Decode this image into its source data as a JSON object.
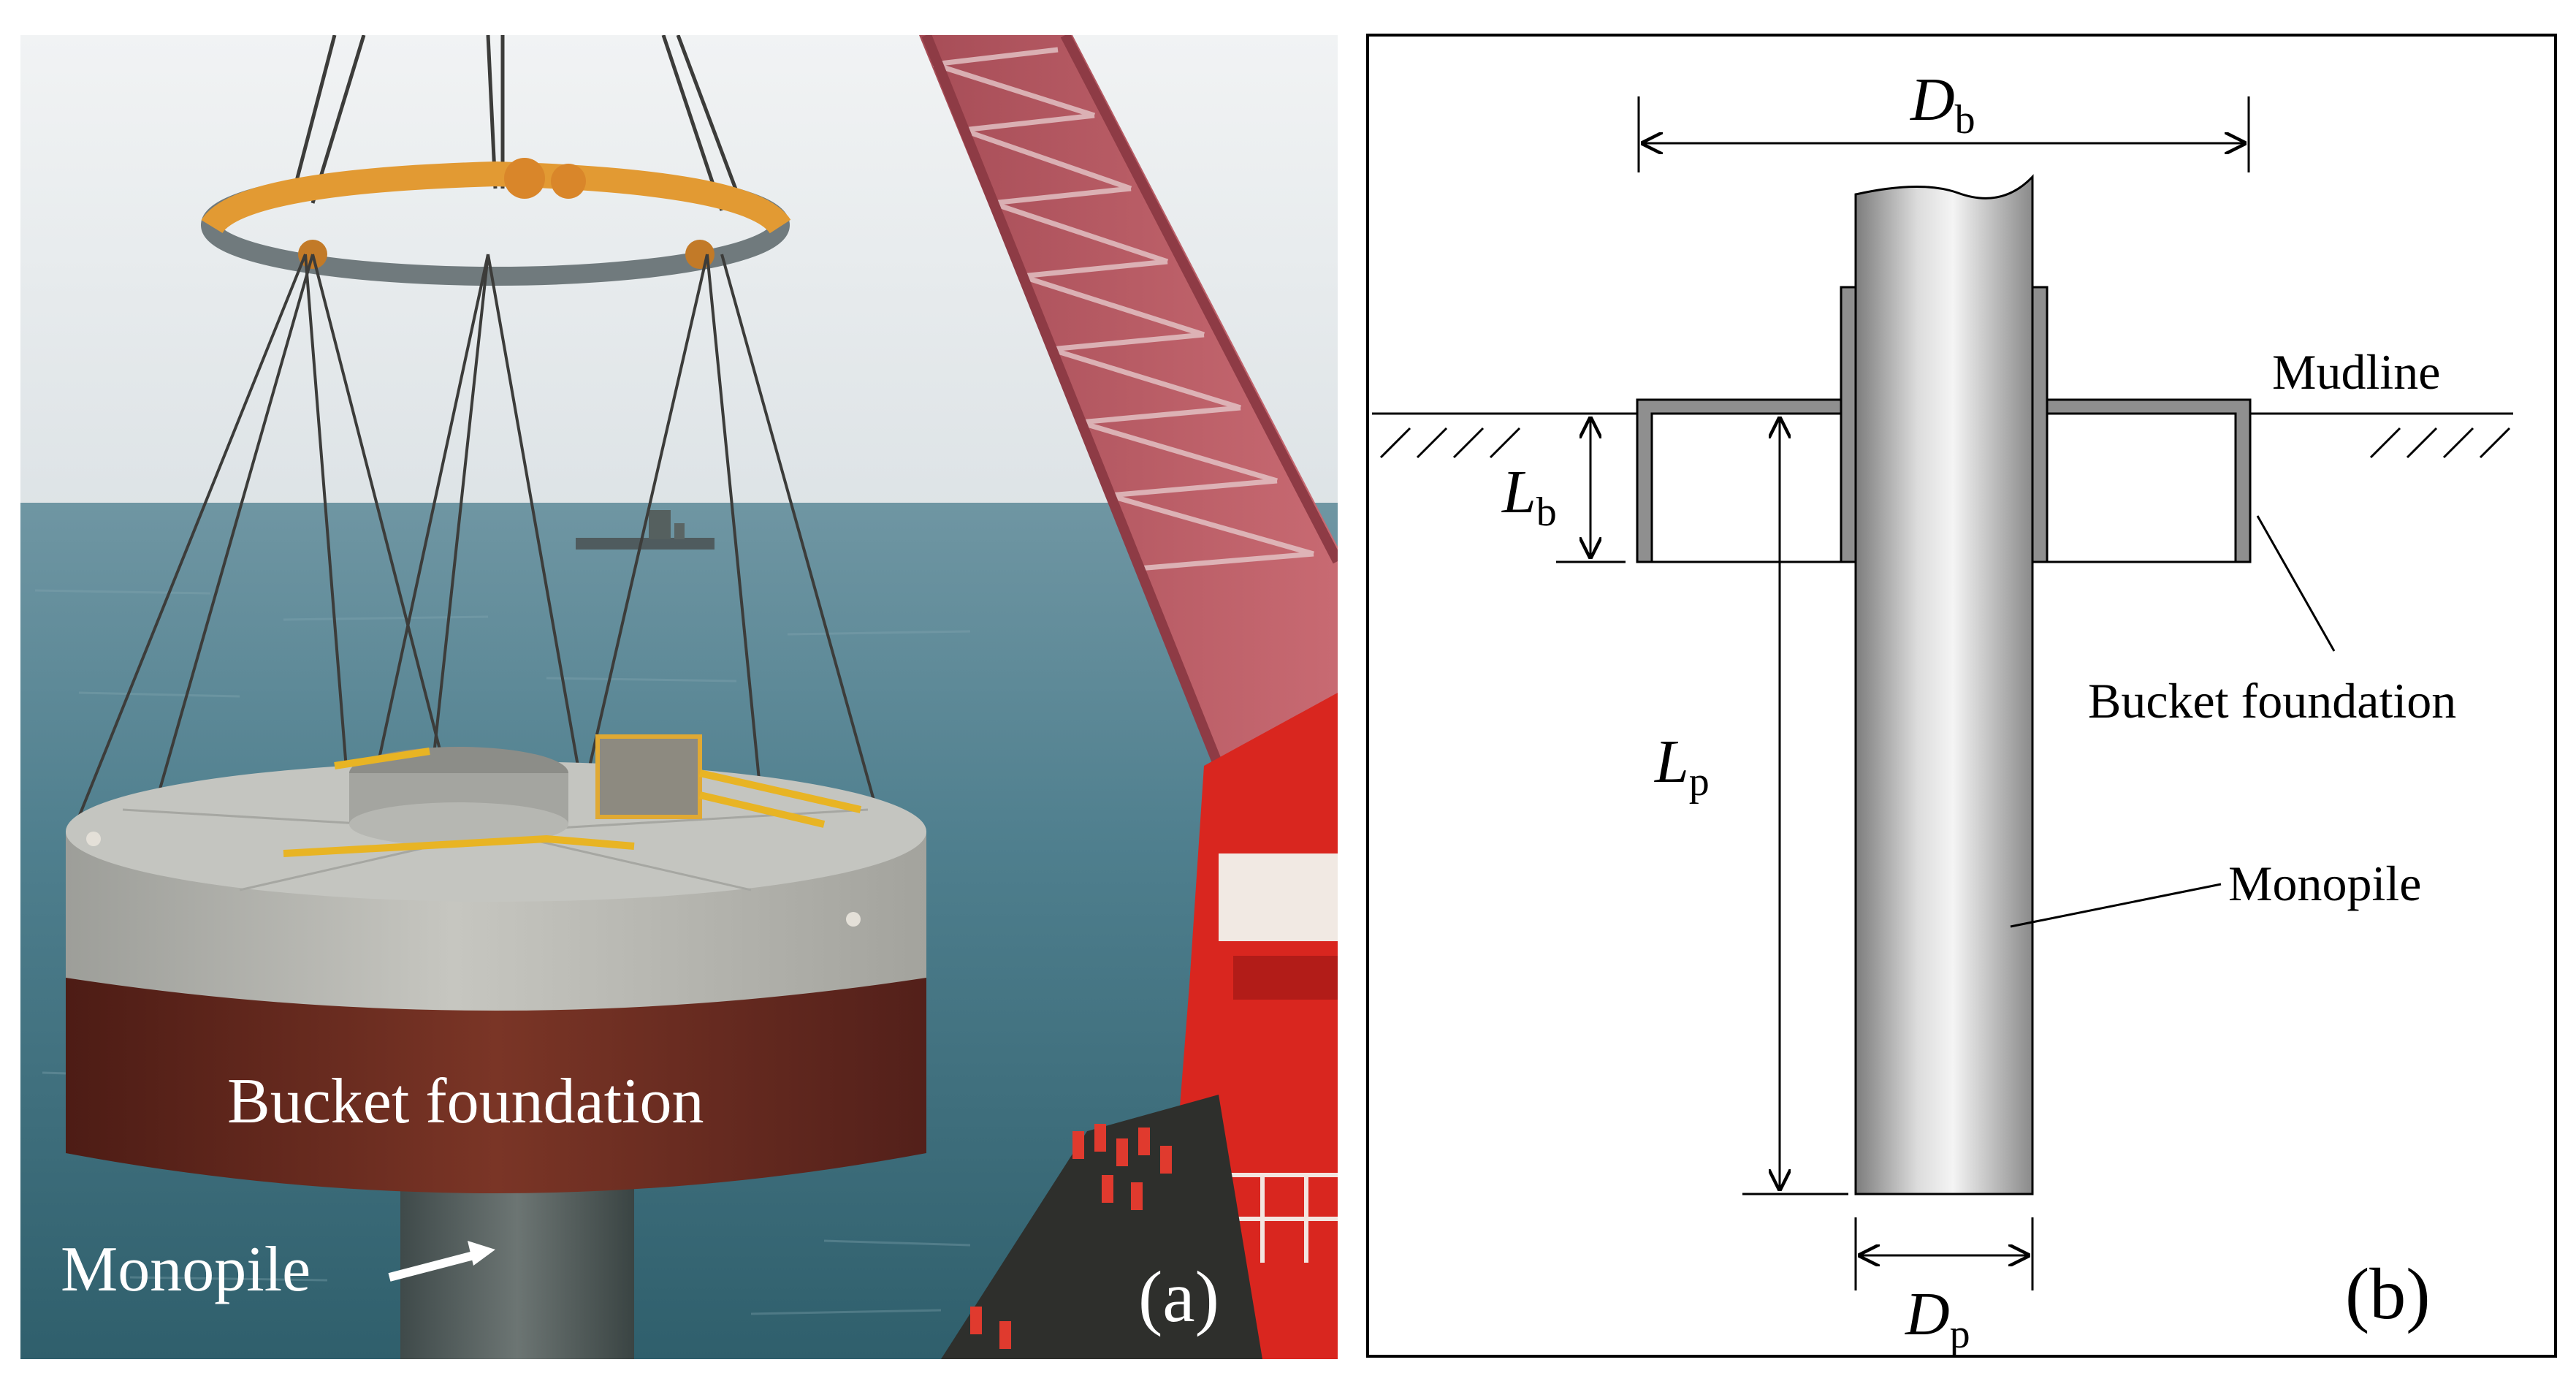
{
  "panel_a": {
    "bucket_label": "Bucket foundation",
    "monopile_label": "Monopile",
    "panel_label": "(a)"
  },
  "panel_b": {
    "db_main": "D",
    "db_sub": "b",
    "lb_main": "L",
    "lb_sub": "b",
    "lp_main": "L",
    "lp_sub": "p",
    "dp_main": "D",
    "dp_sub": "p",
    "mudline_label": "Mudline",
    "bucket_label": "Bucket foundation",
    "monopile_label": "Monopile",
    "panel_label": "(b)"
  },
  "colors": {
    "sky": "#e6ebee",
    "sea": "#4d7d8c",
    "crane": "#b85a63",
    "vessel_red": "#e02a25",
    "concrete": "#b9b9b4",
    "rust": "#6e2b1f",
    "lifting_ring": "#e0952e",
    "rail_yellow": "#e8b424"
  }
}
